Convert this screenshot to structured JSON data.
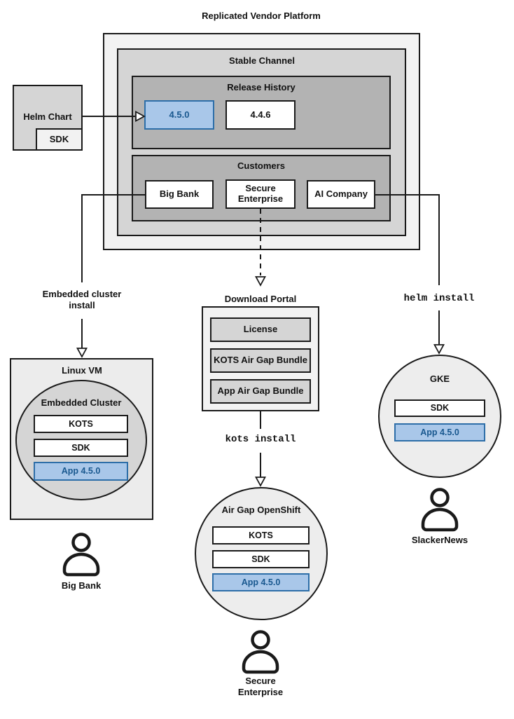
{
  "title": "Replicated Vendor Platform",
  "colors": {
    "highlight_fill": "#a9c7e9",
    "highlight_border": "#2d6ea8",
    "highlight_text": "#19588f",
    "gray_outer": "#f2f2f2",
    "gray_mid": "#d5d5d5",
    "gray_dark": "#b3b3b3",
    "line": "#1a1a1a"
  },
  "platform": {
    "stable_channel": {
      "label": "Stable Channel",
      "release_history": {
        "label": "Release History",
        "releases": [
          {
            "version": "4.5.0",
            "highlighted": true
          },
          {
            "version": "4.4.6",
            "highlighted": false
          }
        ]
      },
      "customers": {
        "label": "Customers",
        "items": [
          {
            "name": "Big Bank"
          },
          {
            "name": "Secure\nEnterprise"
          },
          {
            "name": "AI Company"
          }
        ]
      }
    }
  },
  "helm_chart": {
    "label": "Helm Chart",
    "sdk": "SDK"
  },
  "edges": {
    "embedded_install": "Embedded cluster\ninstall",
    "kots_install": "kots install",
    "helm_install": "helm install"
  },
  "download_portal": {
    "label": "Download Portal",
    "items": [
      {
        "name": "License"
      },
      {
        "name": "KOTS Air Gap Bundle"
      },
      {
        "name": "App Air Gap Bundle"
      }
    ]
  },
  "deployments": {
    "linux_vm": {
      "label": "Linux VM",
      "cluster": {
        "label": "Embedded Cluster",
        "components": [
          {
            "name": "KOTS",
            "highlighted": false
          },
          {
            "name": "SDK",
            "highlighted": false
          },
          {
            "name": "App 4.5.0",
            "highlighted": true
          }
        ]
      },
      "user": "Big Bank"
    },
    "openshift": {
      "label": "Air Gap OpenShift",
      "components": [
        {
          "name": "KOTS",
          "highlighted": false
        },
        {
          "name": "SDK",
          "highlighted": false
        },
        {
          "name": "App 4.5.0",
          "highlighted": true
        }
      ],
      "user": "Secure\nEnterprise"
    },
    "gke": {
      "label": "GKE",
      "components": [
        {
          "name": "SDK",
          "highlighted": false
        },
        {
          "name": "App 4.5.0",
          "highlighted": true
        }
      ],
      "user": "SlackerNews"
    }
  },
  "icons": {
    "user": "user-icon",
    "arrow": "arrowhead-icon"
  }
}
